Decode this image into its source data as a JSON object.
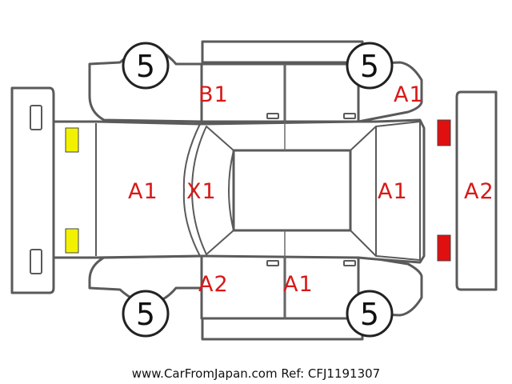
{
  "diagram": {
    "colors": {
      "outline": "#5a5a5a",
      "damage_code": "#d81818",
      "lamp_front": "#f2f200",
      "lamp_rear": "#e01010"
    },
    "tires": {
      "front_left": "5",
      "front_right": "5",
      "rear_left": "5",
      "rear_right": "5"
    },
    "codes": {
      "front_left_door": "B1",
      "rear_quarter_right": "A1",
      "hood": "A1",
      "windshield": "X1",
      "rear_hatch": "A1",
      "rear_bumper": "A2",
      "front_left_lower_door": "A2",
      "rear_left_lower_door": "A1"
    }
  },
  "footer": {
    "text": "www.CarFromJapan.com Ref: CFJ1191307"
  }
}
